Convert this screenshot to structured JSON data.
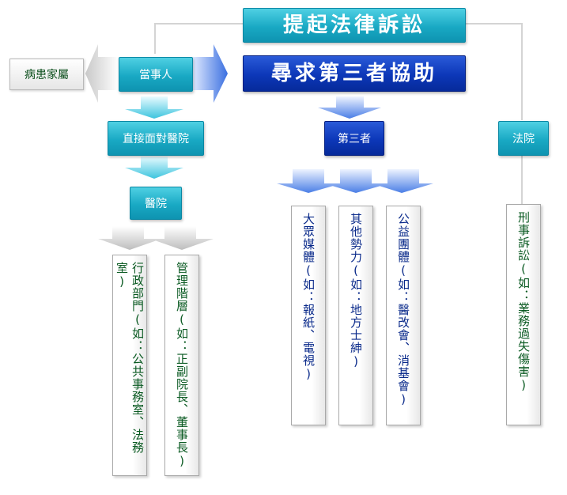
{
  "nodes": {
    "lawsuit": "提起法律訴訟",
    "third_party_help": "尋求第三者協助",
    "party": "當事人",
    "family": "病患家屬",
    "face_hospital": "直接面對醫院",
    "hospital": "醫院",
    "third_party": "第三者",
    "court": "法院"
  },
  "cards": {
    "admin": "行政部門(如：公共事務室、法務室)",
    "management": "管理階層(如：正副院長、董事長)",
    "media": "大眾媒體(如：報紙、電視)",
    "other_power": "其他勢力(如：地方士紳)",
    "public_group": "公益團體(如：醫改會、消基會)",
    "criminal": "刑事訴訟(如：業務過失傷害)"
  },
  "colors": {
    "teal": "#19a9c4",
    "blue": "#0c37b8",
    "grey_arrow": "#d0d0d0",
    "line": "#cfcfcf",
    "green_text": "#0a5a22",
    "navy_text": "#0a2a8a"
  }
}
